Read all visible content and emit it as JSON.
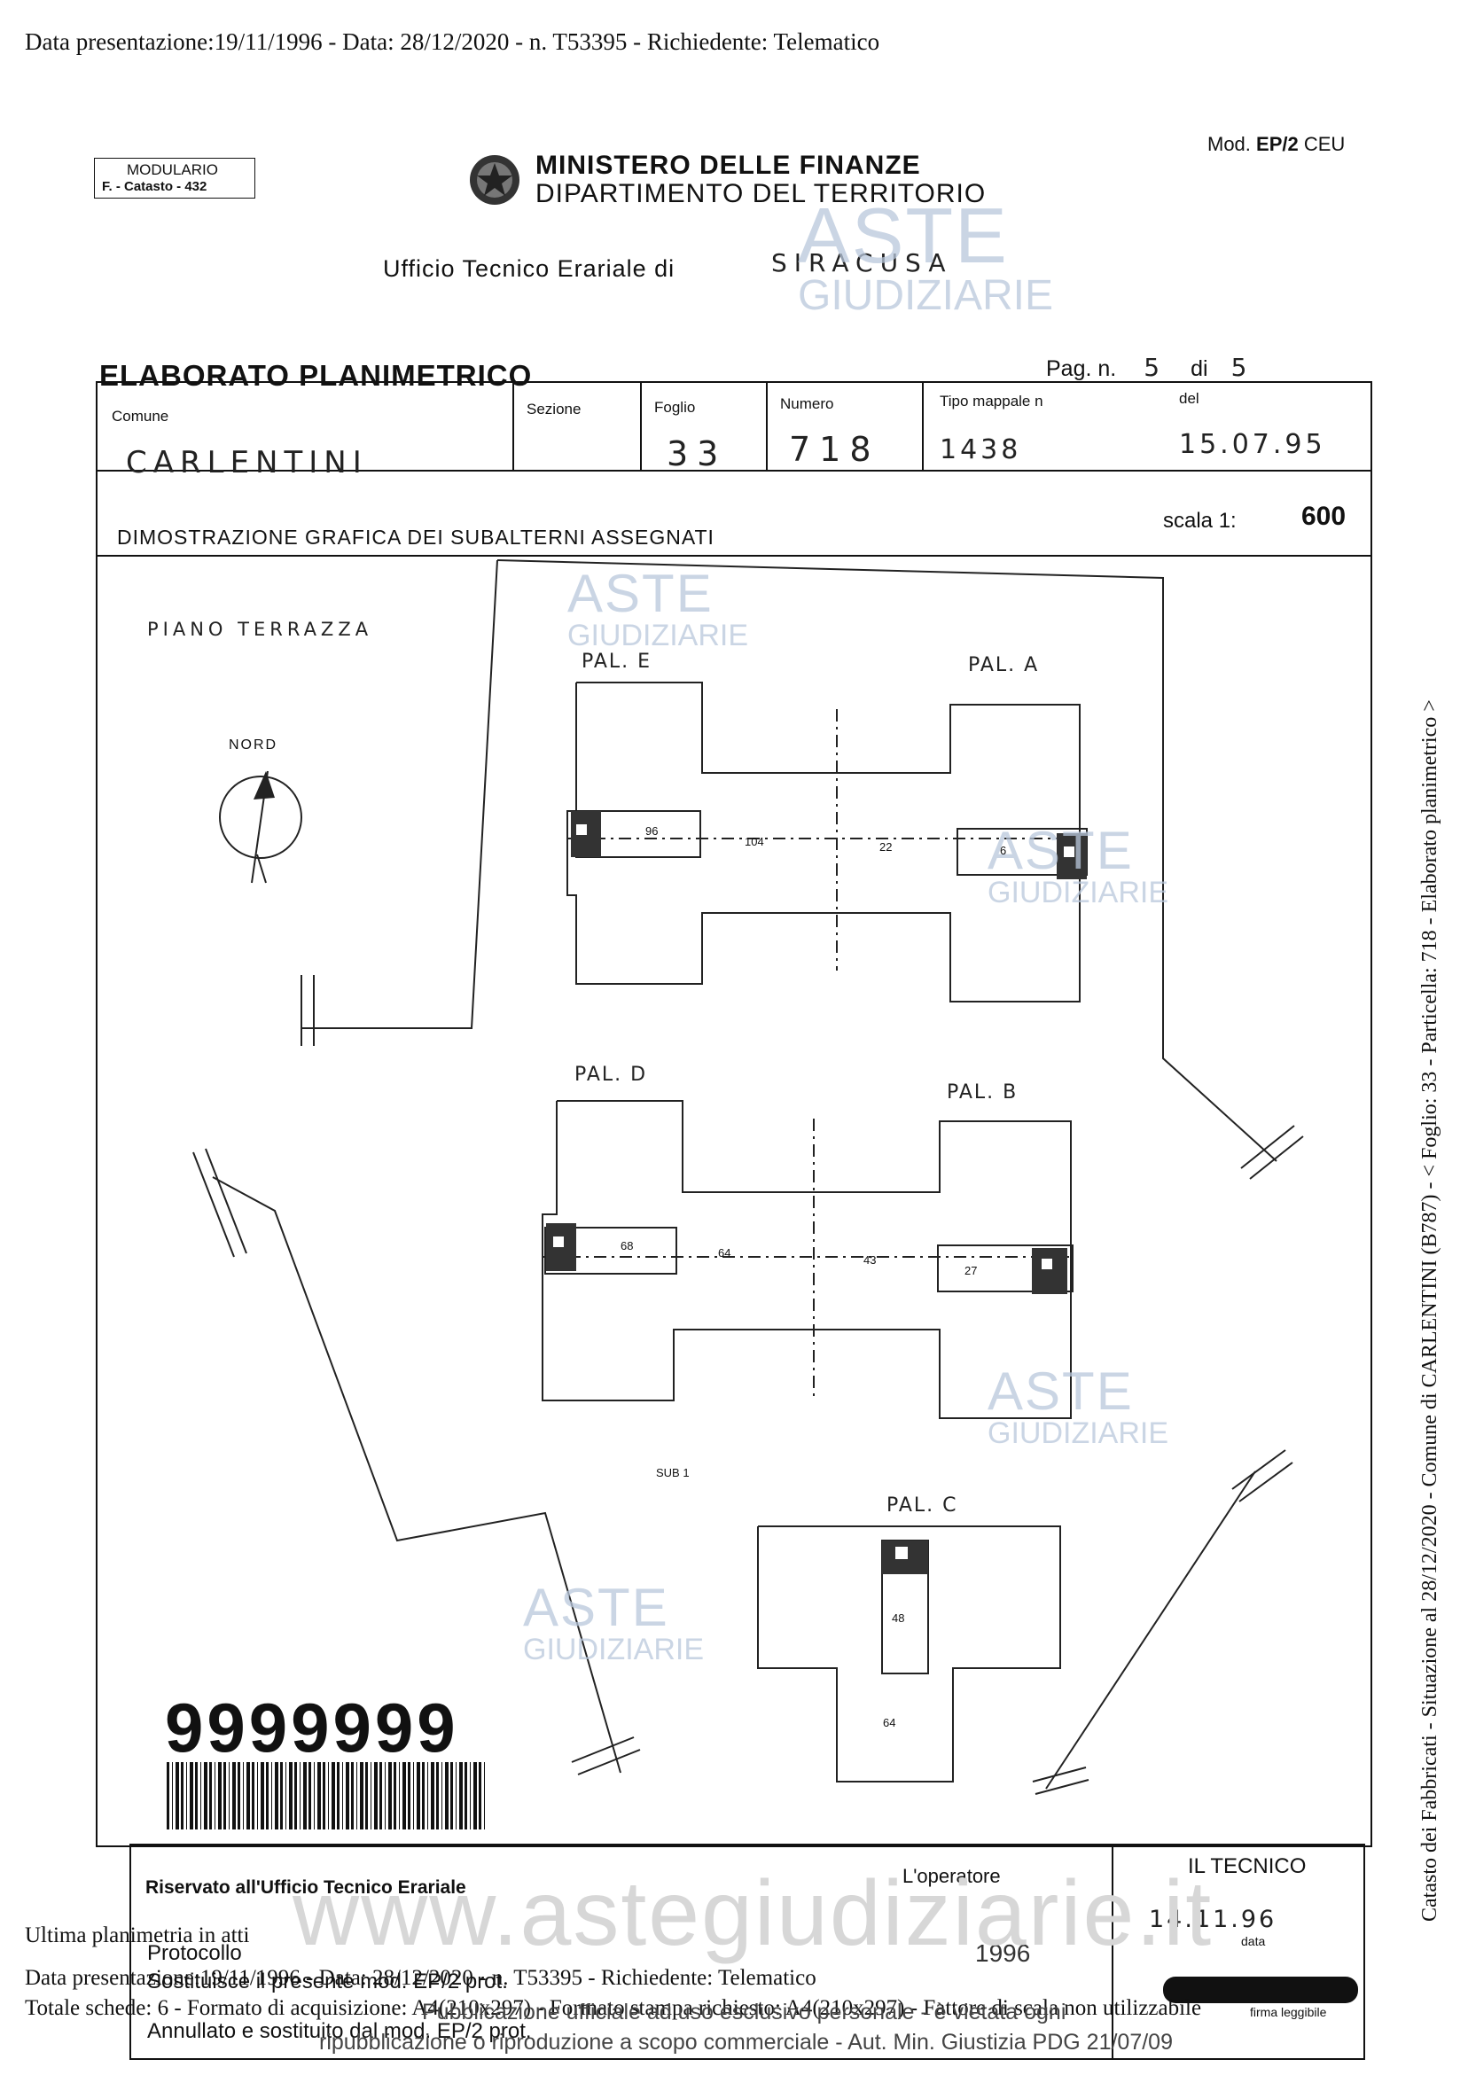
{
  "header": {
    "presentation_line": "Data presentazione:19/11/1996 - Data: 28/12/2020 - n. T53395 - Richiedente: Telematico"
  },
  "form": {
    "modulario_title": "MODULARIO",
    "modulario_code": "F. - Catasto - 432",
    "ministry": "MINISTERO DELLE FINANZE",
    "department": "DIPARTIMENTO DEL TERRITORIO",
    "model_prefix": "Mod.",
    "model_code": "EP/2",
    "model_suffix": "CEU",
    "office_label": "Ufficio Tecnico Erariale di",
    "office_city": "SIRACUSA",
    "title": "ELABORATO PLANIMETRICO",
    "page_label": "Pag. n.",
    "page_num": "5",
    "page_of_label": "di",
    "page_total": "5",
    "comune_label": "Comune",
    "comune_value": "CARLENTINI",
    "sezione_label": "Sezione",
    "foglio_label": "Foglio",
    "foglio_value": "33",
    "numero_label": "Numero",
    "numero_value": "718",
    "tipo_label": "Tipo mappale n",
    "tipo_value": "1438",
    "del_label": "del",
    "del_value": "15.07.95",
    "dimostrazione": "DIMOSTRAZIONE GRAFICA DEI SUBALTERNI ASSEGNATI",
    "scala_label": "scala 1:",
    "scala_value": "600"
  },
  "plan": {
    "piano": "PIANO TERRAZZA",
    "nord": "NORD",
    "pal_e": "PAL. E",
    "pal_a": "PAL. A",
    "pal_d": "PAL. D",
    "pal_b": "PAL. B",
    "pal_c": "PAL. C",
    "sub_1": "SUB 1",
    "n_96": "96",
    "n_104": "104",
    "n_22": "22",
    "n_6": "6",
    "n_68": "68",
    "n_64a": "64",
    "n_43": "43",
    "n_27": "27",
    "n_48": "48",
    "n_64b": "64"
  },
  "barcode_number": "9999999",
  "bottom": {
    "riservato": "Riservato all'Ufficio Tecnico Erariale",
    "operatore": "L'operatore",
    "protocollo": "Protocollo",
    "stamp_date": "1996",
    "sostituisce": "Sostituisce il presente mod. EP/2 prot.",
    "annullato": "Annullato e sostituito dal mod. EP/2 prot.",
    "tecnico": "IL TECNICO",
    "tecnico_date": "14.11.96",
    "data_label": "data",
    "firma": "firma leggibile"
  },
  "footer": {
    "ultima": "Ultima planimetria in atti",
    "line1": "Data presentazione:19/11/1996 - Data: 28/12/2020 - n. T53395 - Richiedente: Telematico",
    "line2": "Totale schede: 6 - Formato di acquisizione: A4(210x297) - Formato stampa richiesto: A4(210x297) - Fattore di scala non utilizzabile",
    "pub1": "Pubblicazione ufficiale ad uso esclusivo personale - è vietata ogni",
    "pub2": "ripubblicazione o riproduzione a scopo commerciale - Aut. Min. Giustizia PDG 21/07/09",
    "site": "www.astegiudiziarie.it"
  },
  "side_text": "Catasto dei Fabbricati - Situazione al 28/12/2020 - Comune di CARLENTINI (B787) - < Foglio: 33 - Particella: 718 - Elaborato planimetrico >",
  "watermark": {
    "aste": "ASTE",
    "giudiziarie": "GIUDIZIARIE"
  }
}
